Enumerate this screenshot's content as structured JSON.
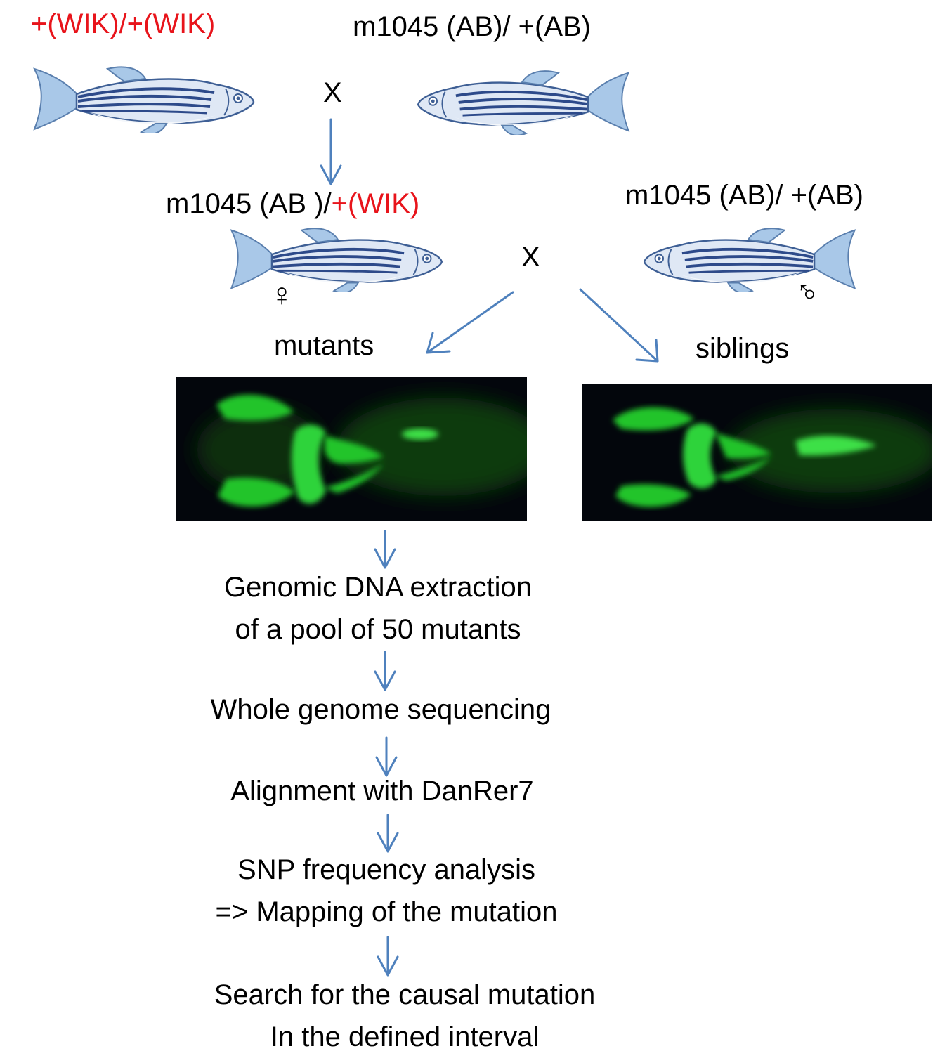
{
  "parents_row": {
    "left_genotype": "+(WIK)/+(WIK)",
    "right_genotype": "m1045 (AB)/ +(AB)",
    "cross_symbol": "X"
  },
  "f1_row": {
    "left_genotype_black": "m1045 (AB )/",
    "left_genotype_red": "+(WIK)",
    "right_genotype": "m1045 (AB)/ +(AB)",
    "cross_symbol": "X",
    "female_symbol": "♀",
    "male_symbol": "♂"
  },
  "offspring": {
    "mutants_label": "mutants",
    "siblings_label": "siblings"
  },
  "pipeline": {
    "step1_line1": "Genomic DNA extraction",
    "step1_line2": "of a pool of 50 mutants",
    "step2": "Whole genome sequencing",
    "step3": "Alignment  with DanRer7",
    "step4_line1": "SNP frequency analysis",
    "step4_line2": "=>  Mapping of the mutation",
    "step5_line1": "Search for the causal mutation",
    "step5_line2": "In the defined interval"
  },
  "colors": {
    "highlight_red": "#e8141b",
    "arrow_blue": "#4f81bd",
    "fluorescence_green": "#22c42a"
  }
}
